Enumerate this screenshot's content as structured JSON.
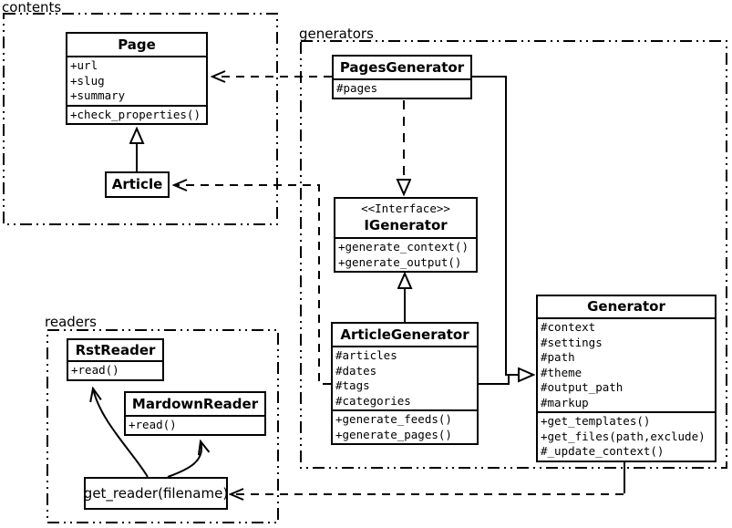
{
  "packages": {
    "contents": {
      "label": "contents"
    },
    "generators": {
      "label": "generators"
    },
    "readers": {
      "label": "readers"
    }
  },
  "classes": {
    "page": {
      "name": "Page",
      "attributes": [
        "+url",
        "+slug",
        "+summary"
      ],
      "methods": [
        "+check_properties()"
      ]
    },
    "article": {
      "name": "Article"
    },
    "pages_generator": {
      "name": "PagesGenerator",
      "attributes": [
        "#pages"
      ]
    },
    "igenerator": {
      "stereotype": "<<Interface>>",
      "name": "IGenerator",
      "methods": [
        "+generate_context()",
        "+generate_output()"
      ]
    },
    "article_generator": {
      "name": "ArticleGenerator",
      "attributes": [
        "#articles",
        "#dates",
        "#tags",
        "#categories"
      ],
      "methods": [
        "+generate_feeds()",
        "+generate_pages()"
      ]
    },
    "generator": {
      "name": "Generator",
      "attributes": [
        "#context",
        "#settings",
        "#path",
        "#theme",
        "#output_path",
        "#markup"
      ],
      "methods": [
        "+get_templates()",
        "+get_files(path,exclude)",
        "#_update_context()"
      ]
    },
    "rst_reader": {
      "name": "RstReader",
      "methods": [
        "+read()"
      ]
    },
    "markdown_reader": {
      "name": "MardownReader",
      "methods": [
        "+read()"
      ]
    },
    "get_reader": {
      "label": "get_reader(filename)"
    }
  },
  "colors": {
    "line": "#000000",
    "background": "#ffffff"
  }
}
